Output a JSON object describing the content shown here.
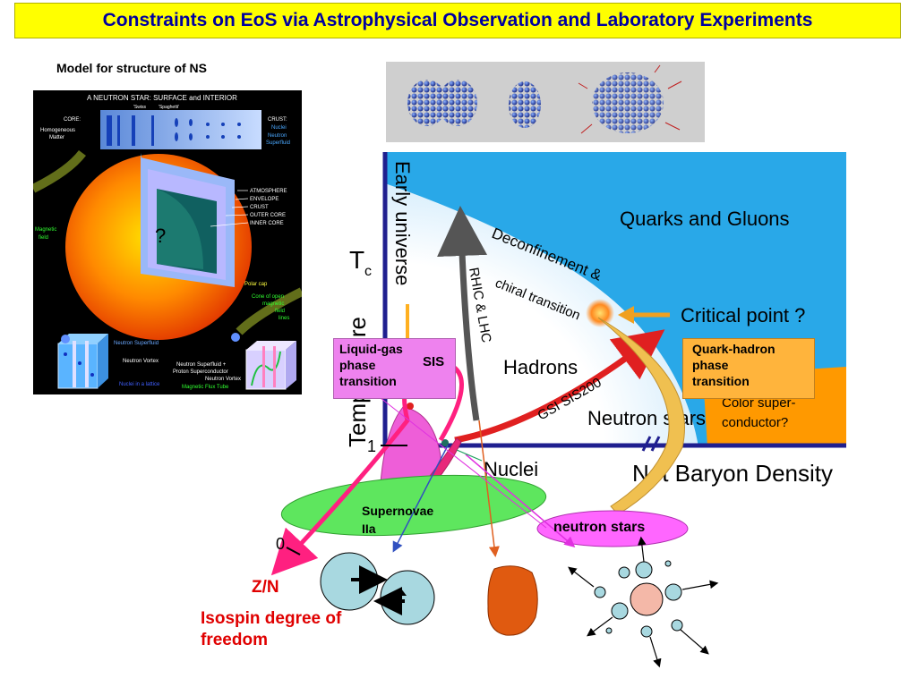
{
  "header": {
    "title": "Constraints on EoS via Astrophysical Observation and Laboratory Experiments"
  },
  "ns_model": {
    "subtitle": "Model for structure of NS",
    "heading": "A NEUTRON STAR:  SURFACE and INTERIOR",
    "core_label": "CORE:",
    "core_desc": [
      "Homogeneous",
      "Matter"
    ],
    "crust_label": "CRUST:",
    "crust_desc": [
      "Nuclei",
      "Neutron",
      "Superfluid"
    ],
    "strip_labels": [
      "'Swiss",
      "'Spaghetti'"
    ],
    "layers": [
      "ATMOSPHERE",
      "ENVELOPE",
      "CRUST",
      "OUTER CORE",
      "INNER CORE"
    ],
    "core_mark": "?",
    "magnetic_field": [
      "Magnetic",
      "field"
    ],
    "polar_cap": "Polar cap",
    "cone": [
      "Cone of open",
      "magnetic",
      "field",
      "lines"
    ],
    "bottom_left": [
      "Neutron Superfluid",
      "Neutron Vortex",
      "Nuclei in a lattice"
    ],
    "bottom_right": [
      "Neutron Superfluid +",
      "Proton Superconductor",
      "Neutron Vortex",
      "Magnetic Flux Tube"
    ]
  },
  "phase_diagram": {
    "y_axis": "Temperature",
    "x_axis": "Net Baryon Density",
    "tc_label": "T",
    "tc_sub": "c",
    "early_universe": "Early universe",
    "quarks_gluons": "Quarks and Gluons",
    "deconfinement_1": "Deconfinement &",
    "deconfinement_2": "chiral transition",
    "critical_point": "Critical point ?",
    "hadrons": "Hadrons",
    "rhic": "RHIC & LHC",
    "gsi": "GSI SIS200",
    "neutron_stars": "Neutron stars",
    "nuclei": "Nuclei",
    "color_sc_1": "Color super-",
    "color_sc_2": "conductor?",
    "tick_1": "1",
    "tick_0": "0"
  },
  "annotations": {
    "liquid_gas": [
      "Liquid-gas",
      "phase",
      "transition"
    ],
    "sis": "SIS",
    "quark_hadron": [
      "Quark-hadron",
      "phase",
      "transition"
    ],
    "supernovae": [
      "Supernovae",
      "IIa"
    ],
    "neutron_stars": "neutron stars",
    "zn": "Z/N",
    "isospin": "Isospin degree of freedom"
  },
  "colors": {
    "title_bg": "#ffff00",
    "title_text": "#0000a0",
    "phase_blue": "#29a8e8",
    "hadron_white": "#ffffff",
    "color_sc_orange": "#ff9900",
    "axis_navy": "#1f1f8f",
    "annotation_red": "#e00000",
    "liquid_gas_box": "#ee82ee",
    "quark_hadron_box": "#ffb43c",
    "supernova_green": "#5ee65e",
    "neutron_star_magenta": "#ff66ff"
  }
}
